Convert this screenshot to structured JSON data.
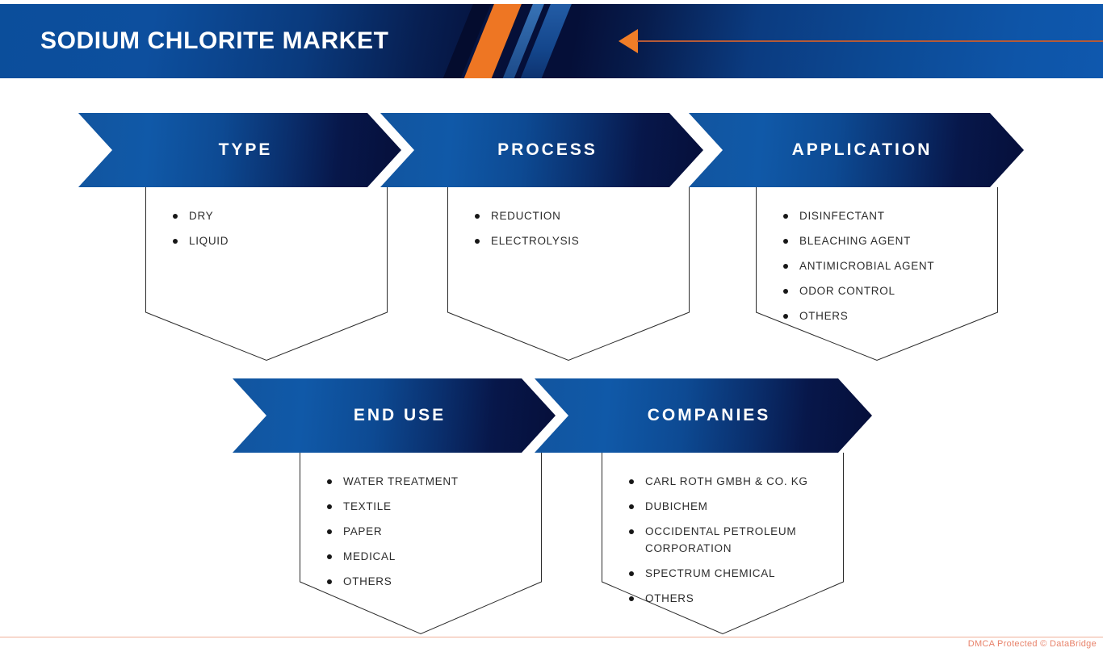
{
  "header": {
    "title": "SODIUM CHLORITE MARKET",
    "accent_orange": "#ee7623",
    "blue_light": "#0d4f9e",
    "blue_dark": "#050f38",
    "arrow_icon": "left-arrow-icon"
  },
  "groups": [
    {
      "id": "type",
      "label": "TYPE",
      "items": [
        "DRY",
        "LIQUID"
      ]
    },
    {
      "id": "process",
      "label": "PROCESS",
      "items": [
        "REDUCTION",
        "ELECTROLYSIS"
      ]
    },
    {
      "id": "application",
      "label": "APPLICATION",
      "items": [
        "DISINFECTANT",
        "BLEACHING AGENT",
        "ANTIMICROBIAL AGENT",
        "ODOR CONTROL",
        "OTHERS"
      ]
    },
    {
      "id": "end-use",
      "label": "END USE",
      "items": [
        "WATER TREATMENT",
        "TEXTILE",
        "PAPER",
        "MEDICAL",
        "OTHERS"
      ]
    },
    {
      "id": "companies",
      "label": "COMPANIES",
      "items": [
        "CARL ROTH GMBH & CO. KG",
        "DUBICHEM",
        "OCCIDENTAL PETROLEUM CORPORATION",
        "SPECTRUM CHEMICAL",
        "OTHERS"
      ]
    }
  ],
  "footer": {
    "notice": "DMCA Protected © DataBridge",
    "color": "#e8836b"
  }
}
